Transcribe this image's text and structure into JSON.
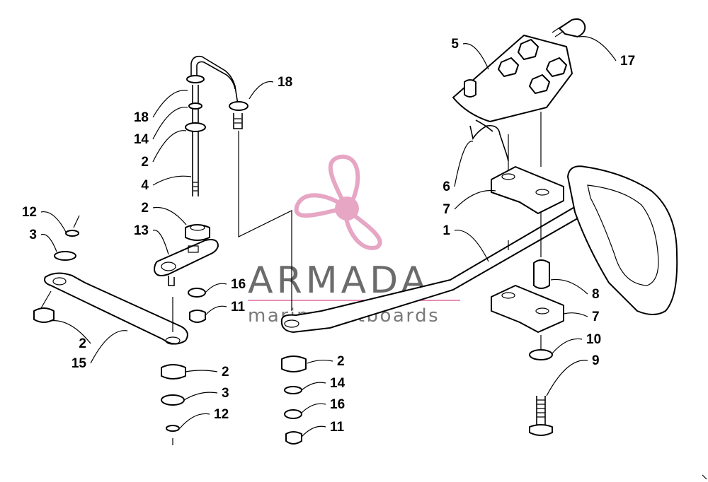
{
  "brand": {
    "name": "ARMADA",
    "tagline": "marine outboards",
    "name_color": "#6b6b6b",
    "tagline_color": "#7a7a7a",
    "rule_color": "#e48fb6",
    "propeller_color": "#e6a6c4",
    "hub_color": "#e6a6c4"
  },
  "callouts": [
    "18",
    "18",
    "14",
    "2",
    "4",
    "2",
    "13",
    "12",
    "3",
    "2",
    "15",
    "16",
    "11",
    "2",
    "3",
    "12",
    "2",
    "14",
    "16",
    "11",
    "5",
    "17",
    "6",
    "7",
    "1",
    "8",
    "7",
    "10",
    "9"
  ]
}
